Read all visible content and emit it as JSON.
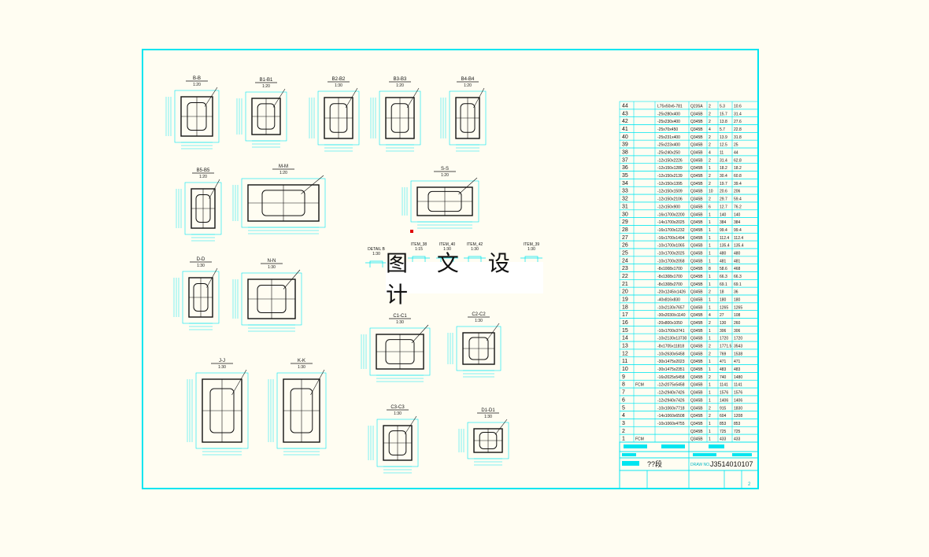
{
  "colors": {
    "background": "#fffdf2",
    "frame": "#00e5f0",
    "lines": "#111111",
    "marker": "#e00000"
  },
  "watermark": "图 文 设 计",
  "views": [
    {
      "title": "B-B",
      "scale": "1:20"
    },
    {
      "title": "B1-B1",
      "scale": "1:20"
    },
    {
      "title": "B2-B2",
      "scale": "1:30"
    },
    {
      "title": "B3-B3",
      "scale": "1:20"
    },
    {
      "title": "B4-B4",
      "scale": "1:20"
    },
    {
      "title": "B5-B5",
      "scale": "1:20"
    },
    {
      "title": "M-M",
      "scale": "1:20"
    },
    {
      "title": "S-S",
      "scale": "1:20"
    },
    {
      "title": "D-D",
      "scale": "1:30"
    },
    {
      "title": "N-N",
      "scale": "1:30"
    },
    {
      "title": "J-J",
      "scale": "1:30"
    },
    {
      "title": "K-K",
      "scale": "1:30"
    },
    {
      "title": "C1-C1",
      "scale": "1:30"
    },
    {
      "title": "C2-C2",
      "scale": "1:30"
    },
    {
      "title": "C3-C3",
      "scale": "1:30"
    },
    {
      "title": "D1-D1",
      "scale": "1:30"
    }
  ],
  "details": [
    {
      "title": "DETAIL B",
      "scale": "1:30"
    },
    {
      "title": "ITEM_38",
      "scale": "1:15"
    },
    {
      "title": "ITEM_40",
      "scale": "1:30"
    },
    {
      "title": "ITEM_42",
      "scale": "1:30"
    },
    {
      "title": "ITEM_39",
      "scale": "1:30"
    }
  ],
  "parts_table": [
    [
      "44",
      "",
      "L75x50x6-781",
      "Q235A",
      "2",
      "5.3",
      "10.6"
    ],
    [
      "43",
      "",
      "-25x280x400",
      "Q345B",
      "2",
      "15.7",
      "31.4"
    ],
    [
      "42",
      "",
      "-25x230x400",
      "Q345B",
      "2",
      "13.8",
      "27.6"
    ],
    [
      "41",
      "",
      "-25x70x450",
      "Q345B",
      "4",
      "5.7",
      "22.8"
    ],
    [
      "40",
      "",
      "-25x231x400",
      "Q345B",
      "2",
      "13.9",
      "31.8"
    ],
    [
      "39",
      "",
      "-25x223x400",
      "Q345B",
      "2",
      "12.5",
      "25"
    ],
    [
      "38",
      "",
      "-25x240x250",
      "Q345B",
      "4",
      "11",
      "44"
    ],
    [
      "37",
      "",
      "-12x150x2226",
      "Q345B",
      "2",
      "31.4",
      "62.8"
    ],
    [
      "36",
      "",
      "-12x150x1289",
      "Q345B",
      "1",
      "18.2",
      "18.2"
    ],
    [
      "35",
      "",
      "-12x150x2139",
      "Q345B",
      "2",
      "30.4",
      "60.8"
    ],
    [
      "34",
      "",
      "-12x150x1395",
      "Q345B",
      "2",
      "19.7",
      "39.4"
    ],
    [
      "33",
      "",
      "-12x150x1509",
      "Q345B",
      "10",
      "20.6",
      "206"
    ],
    [
      "32",
      "",
      "-12x150x2106",
      "Q345B",
      "2",
      "29.7",
      "59.4"
    ],
    [
      "31",
      "",
      "-12x150x900",
      "Q345B",
      "6",
      "12.7",
      "76.2"
    ],
    [
      "30",
      "",
      "-16x1700x2200",
      "Q345B",
      "1",
      "140",
      "140"
    ],
    [
      "29",
      "",
      "-14x1700x2025",
      "Q345B",
      "1",
      "384",
      "384"
    ],
    [
      "28",
      "",
      "-16x1700x1232",
      "Q345B",
      "1",
      "99.4",
      "99.4"
    ],
    [
      "27",
      "",
      "-16x1700x1494",
      "Q345B",
      "1",
      "112.4",
      "112.4"
    ],
    [
      "26",
      "",
      "-10x1700x1065",
      "Q345B",
      "1",
      "135.4",
      "135.4"
    ],
    [
      "25",
      "",
      "-10x1700x2025",
      "Q345B",
      "1",
      "480",
      "480"
    ],
    [
      "24",
      "",
      "-10x1700x2058",
      "Q345B",
      "1",
      "481",
      "481"
    ],
    [
      "23",
      "",
      "-8x1008x1700",
      "Q345B",
      "8",
      "58.6",
      "468"
    ],
    [
      "22",
      "",
      "-8x1308x1700",
      "Q345B",
      "1",
      "66.3",
      "66.3"
    ],
    [
      "21",
      "",
      "-8x1308x2700",
      "Q345B",
      "1",
      "69.1",
      "69.1"
    ],
    [
      "20",
      "",
      "-20x1245/x1426",
      "Q345B",
      "2",
      "18",
      "36"
    ],
    [
      "19",
      "",
      "-40x816x830",
      "Q345B",
      "1",
      "180",
      "180"
    ],
    [
      "18",
      "",
      "-10x2130x7657",
      "Q345B",
      "1",
      "1265",
      "1265"
    ],
    [
      "17",
      "",
      "-30x2030/x1140",
      "Q345B",
      "4",
      "27",
      "108"
    ],
    [
      "16",
      "",
      "-20x800x1050",
      "Q345B",
      "2",
      "130",
      "260"
    ],
    [
      "15",
      "",
      "-10x1700x3741",
      "Q345B",
      "1",
      "306",
      "306"
    ],
    [
      "14",
      "",
      "-10x2130x13730",
      "Q345B",
      "1",
      "1720",
      "1720"
    ],
    [
      "13",
      "",
      "-8x1705x11818",
      "Q345B",
      "2",
      "1771.5",
      "3543"
    ],
    [
      "12",
      "",
      "-10x2630x5458",
      "Q345B",
      "2",
      "769",
      "1538"
    ],
    [
      "11",
      "",
      "-30x1475x2023",
      "Q345B",
      "1",
      "471",
      "471"
    ],
    [
      "10",
      "",
      "-30x1475x2351",
      "Q345B",
      "1",
      "483",
      "483"
    ],
    [
      "9",
      "",
      "-16x2025x5458",
      "Q345B",
      "2",
      "740",
      "1480"
    ],
    [
      "8",
      "FCM",
      "-12x2075x5458",
      "Q345B",
      "1",
      "1141",
      "1141"
    ],
    [
      "7",
      "",
      "-12x2940x7426",
      "Q345B",
      "1",
      "1576",
      "1576"
    ],
    [
      "6",
      "",
      "-12x2940x7426",
      "Q345B",
      "1",
      "1406",
      "1406"
    ],
    [
      "5",
      "",
      "-10x1060x7718",
      "Q345B",
      "2",
      "915",
      "1830"
    ],
    [
      "4",
      "",
      "-14x1060x6508",
      "Q345B",
      "2",
      "604",
      "1208"
    ],
    [
      "3",
      "",
      "-10x1060x4755",
      "Q345B",
      "1",
      "853",
      "853"
    ],
    [
      "2",
      "",
      "",
      "Q345B",
      "1",
      "725",
      "725"
    ],
    [
      "1",
      "FCM",
      "",
      "Q345B",
      "1",
      "433",
      "433"
    ]
  ],
  "title_block": {
    "name": "??段",
    "drawing_no_label": "DRAW NO.",
    "drawing_no": "J3514010107",
    "sheet": "2"
  }
}
